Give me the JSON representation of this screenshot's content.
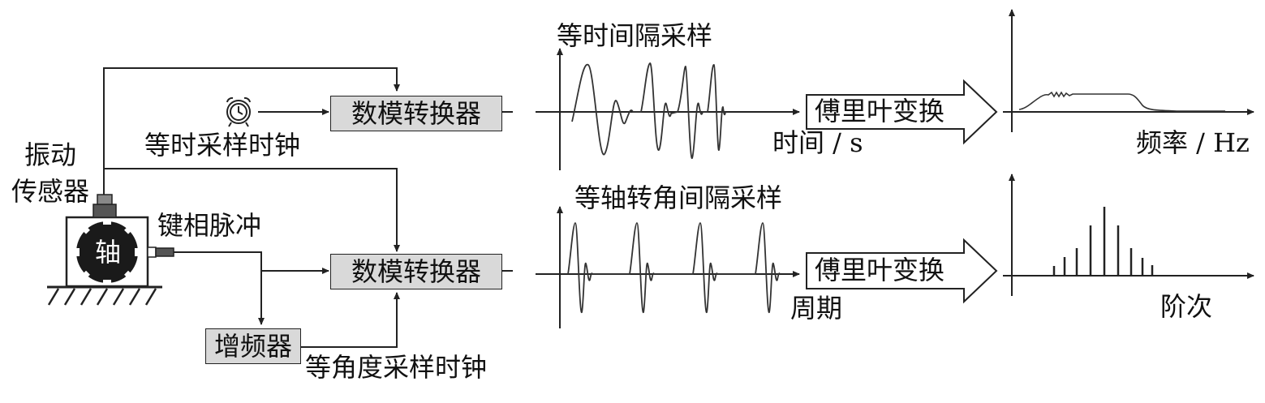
{
  "labels": {
    "sensor": [
      "振动",
      "传感器"
    ],
    "shaft": "轴",
    "keyphasor": "键相脉冲",
    "equal_time_clock": "等时采样时钟",
    "equal_angle_clock": "等角度采样时钟",
    "multiplier": "增频器",
    "adc": "数模转换器",
    "fft": "傅里叶变换",
    "top_sampling": "等时间隔采样",
    "bottom_sampling": "等轴转角间隔采样",
    "top_xaxis": "时间 / s",
    "bottom_xaxis": "周期",
    "top_spectrum_x": "频率 / Hz",
    "bottom_spectrum_x": "阶次"
  },
  "icons": {
    "clock": "alarm-clock-icon",
    "sensor": "sensor-icon",
    "shaft": "shaft-icon"
  },
  "colors": {
    "box_fill": "#d9d9d9",
    "line": "#222222",
    "shaft_fill": "#1a1a1a"
  }
}
